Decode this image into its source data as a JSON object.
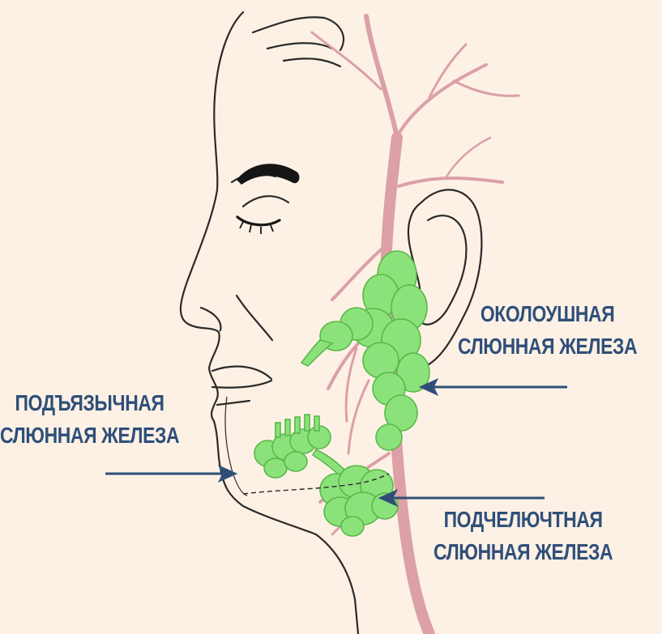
{
  "colors": {
    "background": "#fdf1e5",
    "outline": "#2a2a2a",
    "gland": "#8be27a",
    "gland_dark": "#58b84a",
    "vessel": "#dca0a6",
    "arrow": "#2f4f79",
    "text": "#2f4f79"
  },
  "labels": {
    "parotid": {
      "line1": "ОКОЛОУШНАЯ",
      "line2": "СЛЮННАЯ ЖЕЛЕЗА"
    },
    "sublingual": {
      "line1": "ПОДЪЯЗЫЧНАЯ",
      "line2": "СЛЮННАЯ ЖЕЛЕЗА"
    },
    "submandibular": {
      "line1": "ПОДЧЕЛЮЧТНАЯ",
      "line2": "СЛЮННАЯ ЖЕЛЕЗА"
    }
  }
}
